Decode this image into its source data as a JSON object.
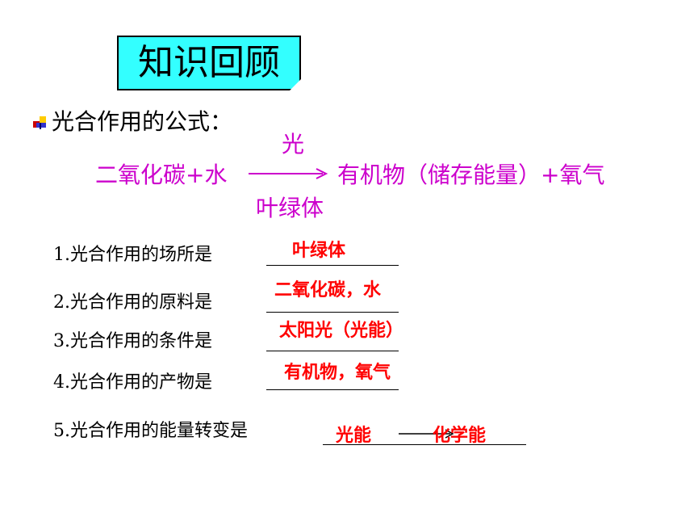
{
  "title": "知识回顾",
  "heading": "光合作用的公式：",
  "equation": {
    "condition_top": "光",
    "left": "二氧化碳+水",
    "right": "有机物（储存能量）+氧气",
    "condition_bottom": "叶绿体",
    "color": "#cc00cc"
  },
  "questions": [
    {
      "text": "1.光合作用的场所是",
      "answer": "叶绿体"
    },
    {
      "text": "2.光合作用的原料是",
      "answer": "二氧化碳，水"
    },
    {
      "text": "3.光合作用的条件是",
      "answer": "太阳光（光能）"
    },
    {
      "text": "4.光合作用的产物是",
      "answer": "有机物，氧气"
    },
    {
      "text": "5.光合作用的能量转变是",
      "answer_from": "光能",
      "answer_to": "化学能"
    }
  ],
  "answer_color": "#ff0000",
  "title_bg": "#33ffff"
}
